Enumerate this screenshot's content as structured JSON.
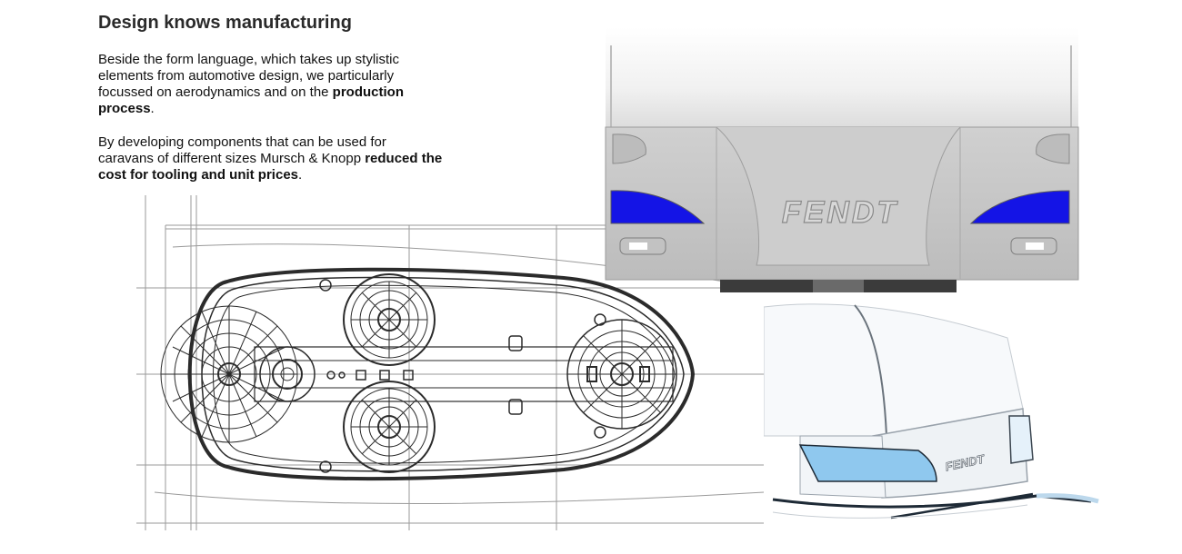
{
  "heading": "Design knows manufacturing",
  "paragraph1": {
    "text_a": "Beside the form language, which takes up stylistic elements from automotive design, we particularly focussed on aerodynamics and on the ",
    "bold": "production process",
    "text_b": "."
  },
  "paragraph2": {
    "text_a": "By developing components that can be used for caravans of different sizes Mursch & Knopp ",
    "bold": "reduced the cost for tooling and unit prices",
    "text_b": "."
  },
  "rear_view": {
    "brand_lettering": "FENDT",
    "accent_color": "#1414e6",
    "panel_color": "#c9c9c9"
  },
  "sketch": {
    "brand_lettering": "FENDT",
    "light_color": "#8fc8ee"
  },
  "technical_drawing": {
    "line_color": "#2b2b2b"
  }
}
